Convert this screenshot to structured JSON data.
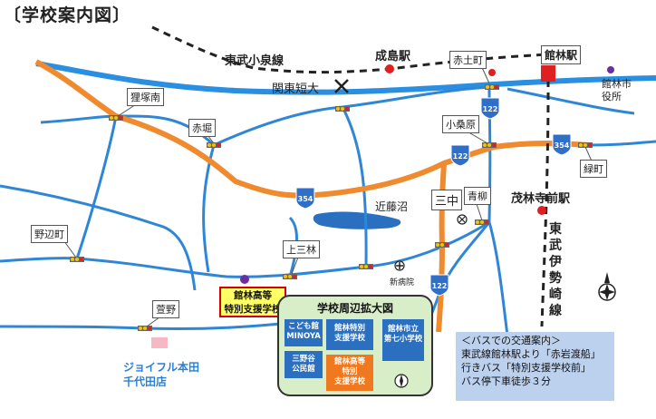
{
  "title": "〔学校案内図〕",
  "railways": {
    "tobu_koizumi": "東武小泉線",
    "tobu_isesaki": "東武伊勢崎線"
  },
  "stations": {
    "narushima": "成島駅",
    "tatebayashi": "館林駅",
    "morinji_mae": "茂林寺前駅"
  },
  "places": {
    "kanto_tandai": "関東短大",
    "tatebayashi_city_hall": "館林市役所",
    "kondo_numa": "近藤沼",
    "sanchu": "三中",
    "shin_byoin": "新病院",
    "joyful_honda": "ジョイフル本田\n千代田店"
  },
  "intersections": {
    "akatsuchicho": "赤土町",
    "satozukaminami": "狸塚南",
    "akabori": "赤堀",
    "kokuwabara": "小桑原",
    "midoricho": "緑町",
    "aoyagi": "青柳",
    "nobemachi": "野辺町",
    "kamisanbayashi": "上三林",
    "kayano": "萱野"
  },
  "routes": {
    "r122": "122",
    "r354": "354"
  },
  "school": {
    "name_line1": "館林高等",
    "name_line2": "特別支援学校"
  },
  "inset": {
    "title": "学校周辺拡大図",
    "kodomokan": "こども館\nMINOYA",
    "kominkan": "三野谷\n公民館",
    "tokubetsu": "館林特別\n支援学校",
    "koto_school": "館林高等\n特別\n支援学校",
    "elementary": "館林市立\n第七小学校"
  },
  "bus_info": {
    "heading": "＜バスでの交通案内＞",
    "line1": "東武線館林駅より「赤岩渡船」",
    "line2": "行きバス「特別支援学校前」",
    "line3": "バス停下車徒歩３分"
  },
  "colors": {
    "river": "#2a8fe0",
    "main_road": "#f08a2e",
    "road": "#2f86d6",
    "station": "#e02020",
    "school_fill": "#ffff66",
    "school_border": "#d40000",
    "inset_bg": "#d8eec8",
    "bus_box": "#bcd1ee"
  }
}
